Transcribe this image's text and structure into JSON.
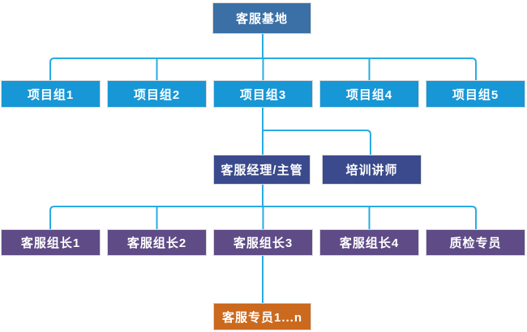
{
  "diagram": {
    "type": "org-chart",
    "root": {
      "label": "客服基地"
    },
    "projects": [
      {
        "label": "项目组1"
      },
      {
        "label": "项目组2"
      },
      {
        "label": "项目组3"
      },
      {
        "label": "项目组4"
      },
      {
        "label": "项目组5"
      }
    ],
    "manager": {
      "label": "客服经理/主管"
    },
    "trainer": {
      "label": "培训讲师"
    },
    "leaders": [
      {
        "label": "客服组长1"
      },
      {
        "label": "客服组长2"
      },
      {
        "label": "客服组长3"
      },
      {
        "label": "客服组长4"
      },
      {
        "label": "质检专员"
      }
    ],
    "agent": {
      "label": "客服专员1...n"
    }
  },
  "palette": {
    "root_fill": "#3A70A6",
    "project_fill": "#1797D6",
    "management_fill": "#3A4A8C",
    "leader_fill": "#5F4C87",
    "agent_fill": "#CB6A1E",
    "connector_line": "#29ABE2",
    "node_border": "#D9D9D9",
    "node_text": "#FFFFFF",
    "background": "#FFFFFF"
  }
}
